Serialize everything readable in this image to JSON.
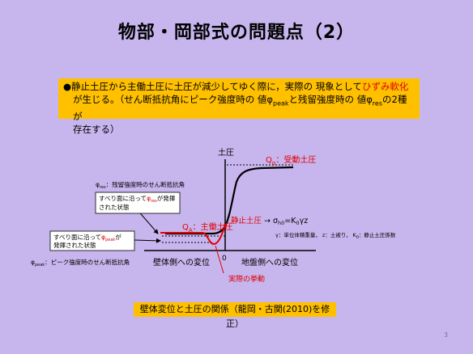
{
  "slide": {
    "title": "物部・岡部式の問題点（2）",
    "page_number": "3"
  },
  "note": {
    "bullet": "●",
    "line1_a": "静止土圧から主働土圧に土圧が減少してゆく際に，実際の 現象として",
    "line1_red": "ひずみ軟化",
    "line2_a": "が生じる。（せん断抵抗角にピーク強度時の 値φ",
    "line2_sub1": "peak",
    "line2_b": "と残留強度時の 値φ",
    "line2_sub2": "res",
    "line2_c": "の2種が",
    "line3": "存在する）"
  },
  "diagram": {
    "y_axis_label": "土圧",
    "passive_label": "Q",
    "passive_sub": "p",
    "passive_rest": "：受動土圧",
    "active_label": "Q",
    "active_sub": "A",
    "active_rest": "：主働土圧",
    "at_rest_label": "静止土圧",
    "at_rest_formula": "→ σ",
    "at_rest_sub1": "h0",
    "at_rest_formula2": "=K",
    "at_rest_sub2": "0",
    "at_rest_formula3": "γz",
    "legend_note": "γ：単位体積重量，  z：土被り，  K",
    "legend_sub": "0",
    "legend_rest": "：静止土圧係数",
    "phi_res_sym": "φ",
    "phi_res_sub": "res",
    "phi_res_text": "：残留強度時のせん断抵抗角",
    "phi_peak_sym": "φ",
    "phi_peak_sub": "peak",
    "phi_peak_text": "：ピーク強度時のせん断抵抗角",
    "box_res_line1_a": "すべり面に沿って",
    "box_res_phi": "φ",
    "box_res_phi_sub": "res",
    "box_res_line1_b": "が発揮",
    "box_res_line2": "された状態",
    "box_peak_line1_a": "すべり面に沿って",
    "box_peak_phi": "φ",
    "box_peak_phi_sub": "peak",
    "box_peak_line1_b": "が",
    "box_peak_line2": "発揮された状態",
    "x_left_label": "壁体側への変位",
    "x_zero": "0",
    "x_right_label": "地盤側への変位",
    "actual_behavior": "実際の挙動",
    "colors": {
      "red": "#e00000",
      "black": "#000000",
      "axis": "#000000"
    }
  },
  "caption": "壁体変位と土圧の関係（龍岡・古関(2010)を修正）"
}
